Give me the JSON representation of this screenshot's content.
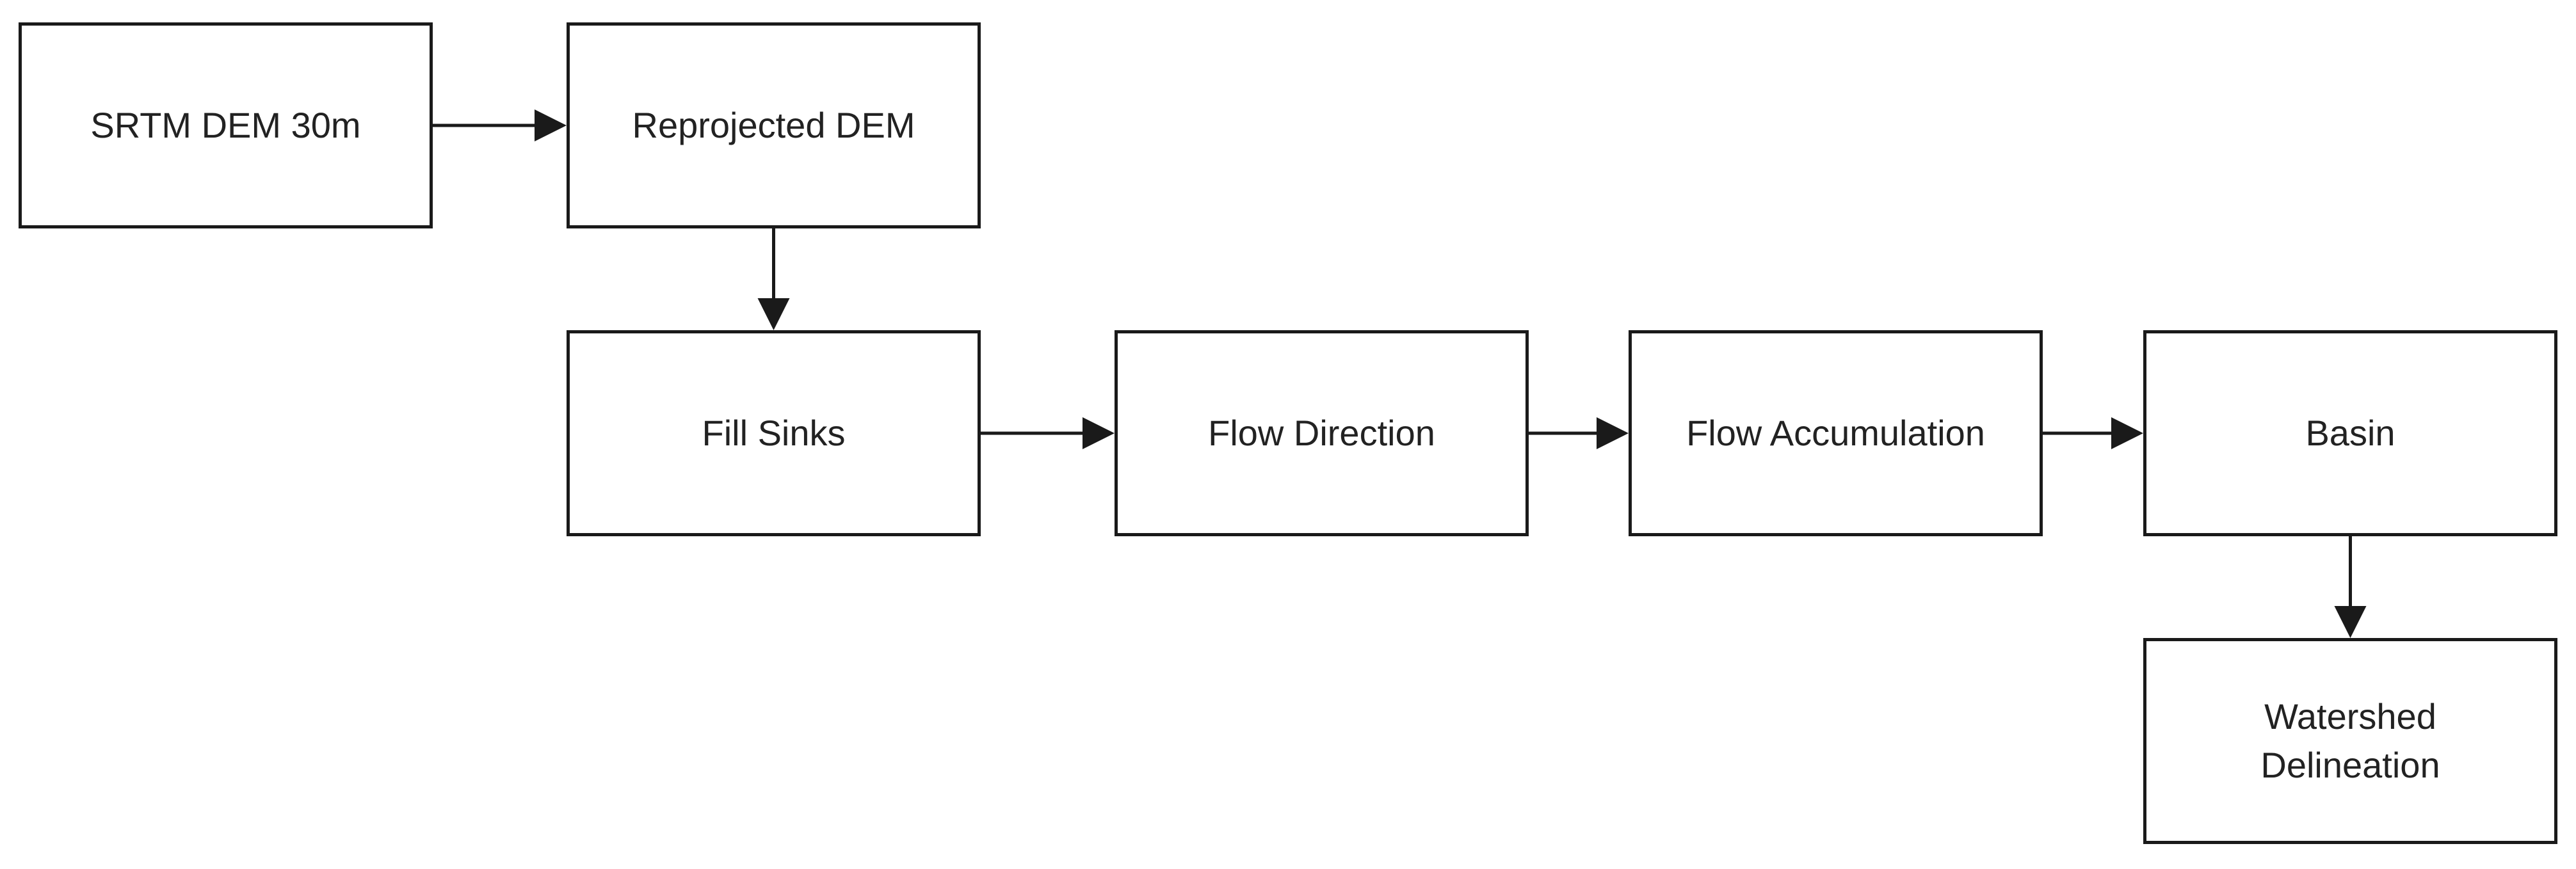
{
  "colors": {
    "stroke": "#1a1a1a",
    "text": "#222222",
    "background": "#ffffff"
  },
  "nodes": {
    "srtm": "SRTM DEM 30m",
    "reprojected": "Reprojected DEM",
    "fill_sinks": "Fill Sinks",
    "flow_direction": "Flow Direction",
    "flow_accumulation": "Flow Accumulation",
    "basin": "Basin",
    "watershed": "Watershed\nDelineation"
  },
  "edges": [
    {
      "from": "srtm",
      "to": "reprojected"
    },
    {
      "from": "reprojected",
      "to": "fill_sinks"
    },
    {
      "from": "fill_sinks",
      "to": "flow_direction"
    },
    {
      "from": "flow_direction",
      "to": "flow_accumulation"
    },
    {
      "from": "flow_accumulation",
      "to": "basin"
    },
    {
      "from": "basin",
      "to": "watershed"
    }
  ]
}
